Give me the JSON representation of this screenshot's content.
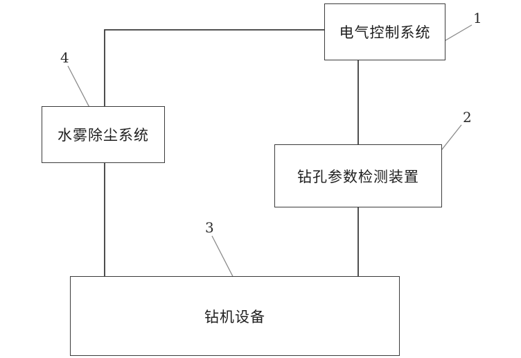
{
  "boxes": {
    "electrical": "电气控制系统",
    "mist": "水雾除尘系统",
    "detect": "钻孔参数检测装置",
    "drill": "钻机设备"
  },
  "callouts": {
    "electrical": "1",
    "detect": "2",
    "drill": "3",
    "mist": "4"
  }
}
